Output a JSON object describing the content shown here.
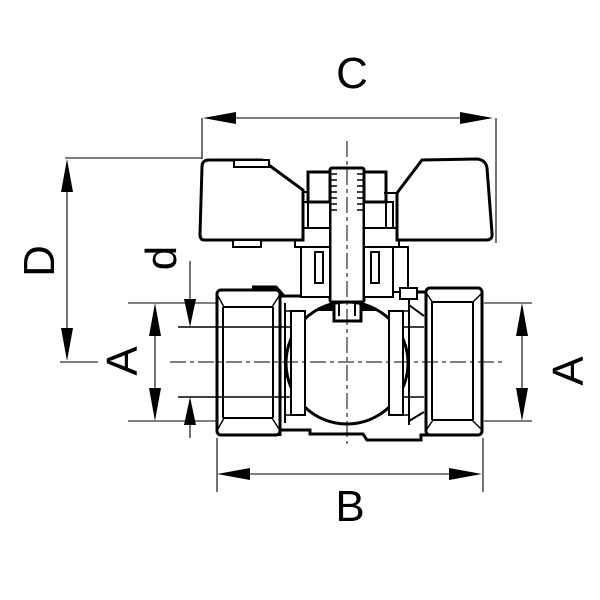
{
  "drawing": {
    "kind": "ball-valve-butterfly-handle-section",
    "background_color": "#ffffff",
    "line_color": "#000000"
  },
  "dims": {
    "C": {
      "label": "C",
      "role": "handle overall width"
    },
    "D": {
      "label": "D",
      "role": "height center to handle top"
    },
    "d": {
      "label": "d",
      "role": "bore diameter"
    },
    "A_left": {
      "label": "A",
      "role": "left port diameter"
    },
    "A_right": {
      "label": "A",
      "role": "right port diameter"
    },
    "B": {
      "label": "B",
      "role": "body length"
    }
  }
}
